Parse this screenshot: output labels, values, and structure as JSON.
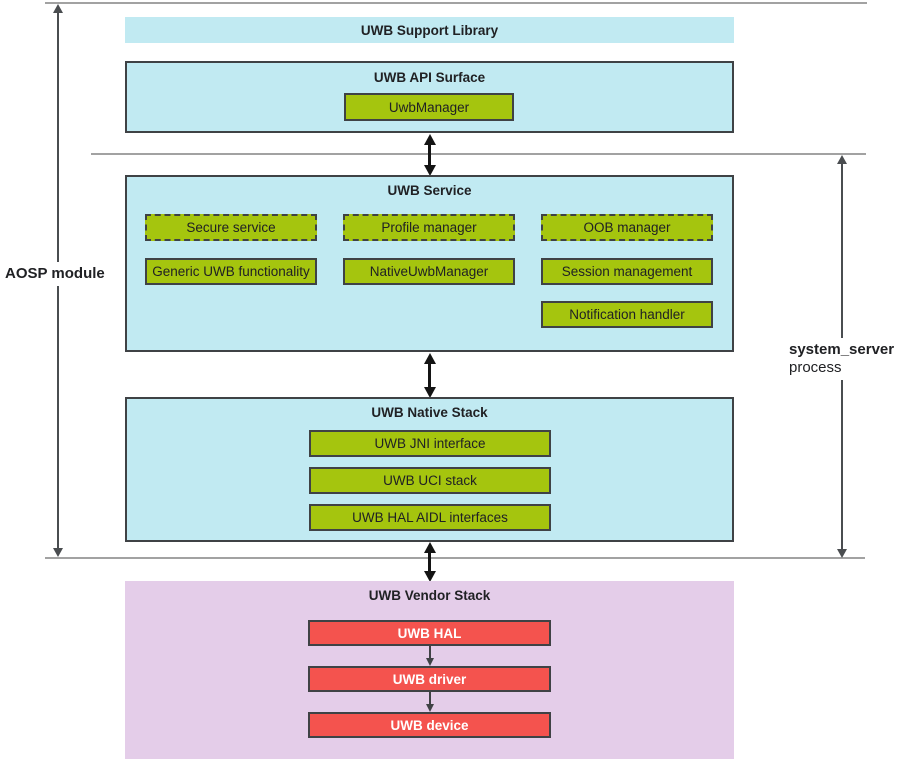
{
  "side_labels": {
    "aosp": "AOSP module",
    "system_server": "system_server",
    "process": "process"
  },
  "support_library": {
    "title": "UWB Support Library"
  },
  "api_surface": {
    "title": "UWB API Surface",
    "manager": "UwbManager"
  },
  "service": {
    "title": "UWB Service",
    "dashed": [
      "Secure service",
      "Profile manager",
      "OOB manager"
    ],
    "solid": [
      "Generic UWB functionality",
      "NativeUwbManager",
      "Session management"
    ],
    "extra": "Notification handler"
  },
  "native_stack": {
    "title": "UWB Native Stack",
    "layers": [
      "UWB JNI interface",
      "UWB UCI stack",
      "UWB HAL AIDL interfaces"
    ]
  },
  "vendor_stack": {
    "title": "UWB Vendor Stack",
    "layers": [
      "UWB HAL",
      "UWB driver",
      "UWB device"
    ]
  },
  "colors": {
    "section_cyan": "#c1eaf2",
    "chip_green": "#a5c50e",
    "chip_red": "#f4534e",
    "vendor_pink": "#e4cde9",
    "border_dark": "#3f4245",
    "boundary_gray": "#a2a2a2"
  }
}
